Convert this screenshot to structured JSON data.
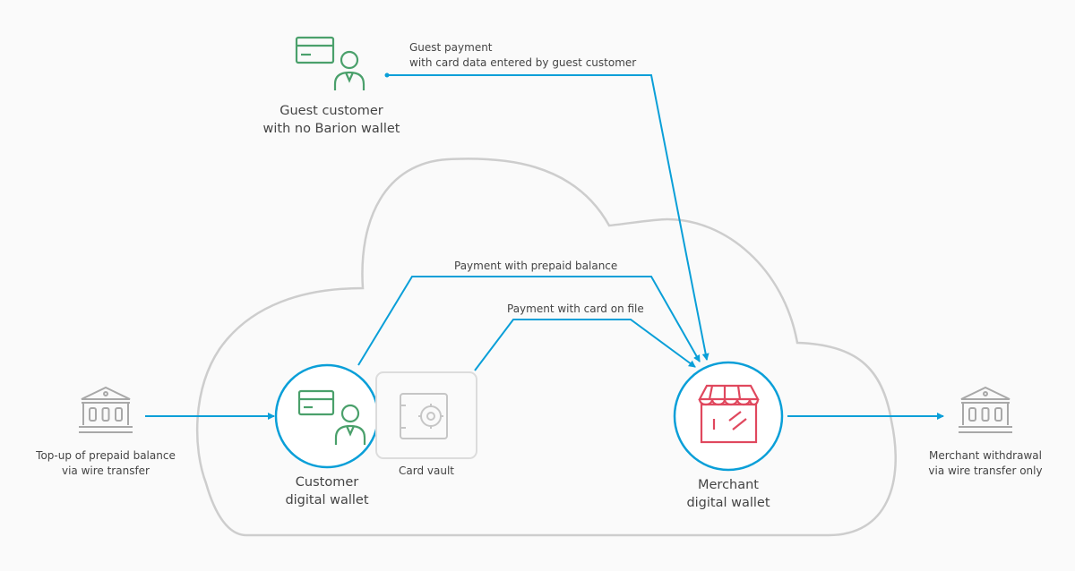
{
  "colors": {
    "flow": "#0a9fd8",
    "cloud": "#cdcdcd",
    "customer_green": "#4aa06b",
    "merchant_red": "#e0485e",
    "bank_gray": "#a8a8a8",
    "vault_gray": "#c6c6c6",
    "text": "#444444"
  },
  "icons": {
    "guest": "card-and-person-icon",
    "customer_wallet": "card-and-person-icon",
    "card_vault": "safe-icon",
    "merchant_wallet": "storefront-icon",
    "bank": "bank-icon"
  },
  "nodes": {
    "guest_customer": {
      "line1": "Guest customer",
      "line2": "with no Barion wallet"
    },
    "customer_wallet": {
      "line1": "Customer",
      "line2": "digital wallet"
    },
    "card_vault": {
      "label": "Card vault"
    },
    "merchant_wallet": {
      "line1": "Merchant",
      "line2": "digital wallet"
    },
    "topup_bank": {
      "line1": "Top-up of prepaid balance",
      "line2": "via wire transfer"
    },
    "withdraw_bank": {
      "line1": "Merchant withdrawal",
      "line2": "via wire transfer only"
    }
  },
  "flows": {
    "guest_payment": {
      "line1": "Guest payment",
      "line2": "with card data entered by guest customer"
    },
    "prepaid_payment": {
      "label": "Payment with prepaid balance"
    },
    "card_on_file_payment": {
      "label": "Payment with card on file"
    }
  }
}
